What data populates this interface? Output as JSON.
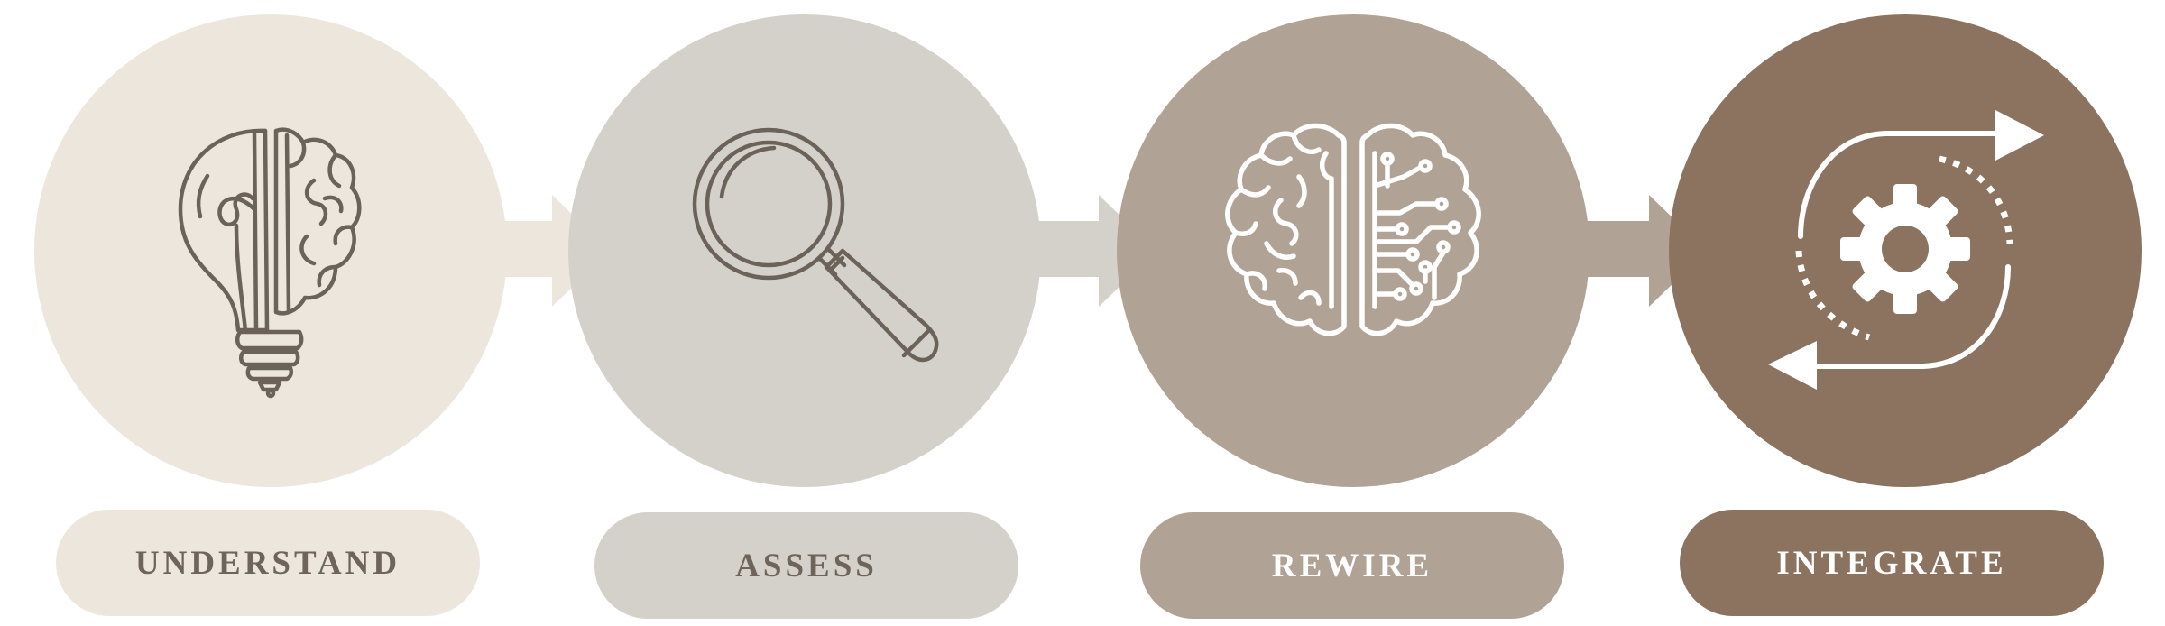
{
  "steps": [
    {
      "id": "understand",
      "label": "UNDERSTAND",
      "circle_color": "#ECE6DC",
      "pill_color": "#ECE6DC",
      "label_color": "#6E645A",
      "icon": "lightbulb-brain-icon"
    },
    {
      "id": "assess",
      "label": "ASSESS",
      "circle_color": "#D4D1CA",
      "pill_color": "#D4D1CA",
      "label_color": "#6E645A",
      "icon": "magnifying-glass-icon"
    },
    {
      "id": "rewire",
      "label": "REWIRE",
      "circle_color": "#B0A396",
      "pill_color": "#B0A396",
      "label_color": "#FFFFFF",
      "icon": "circuit-brain-icon"
    },
    {
      "id": "integrate",
      "label": "INTEGRATE",
      "circle_color": "#8B735F",
      "pill_color": "#8B735F",
      "label_color": "#FFFFFF",
      "icon": "gear-cycle-icon"
    }
  ],
  "icon_stroke_dark": "#6B625A",
  "icon_stroke_light": "#FFFFFF"
}
